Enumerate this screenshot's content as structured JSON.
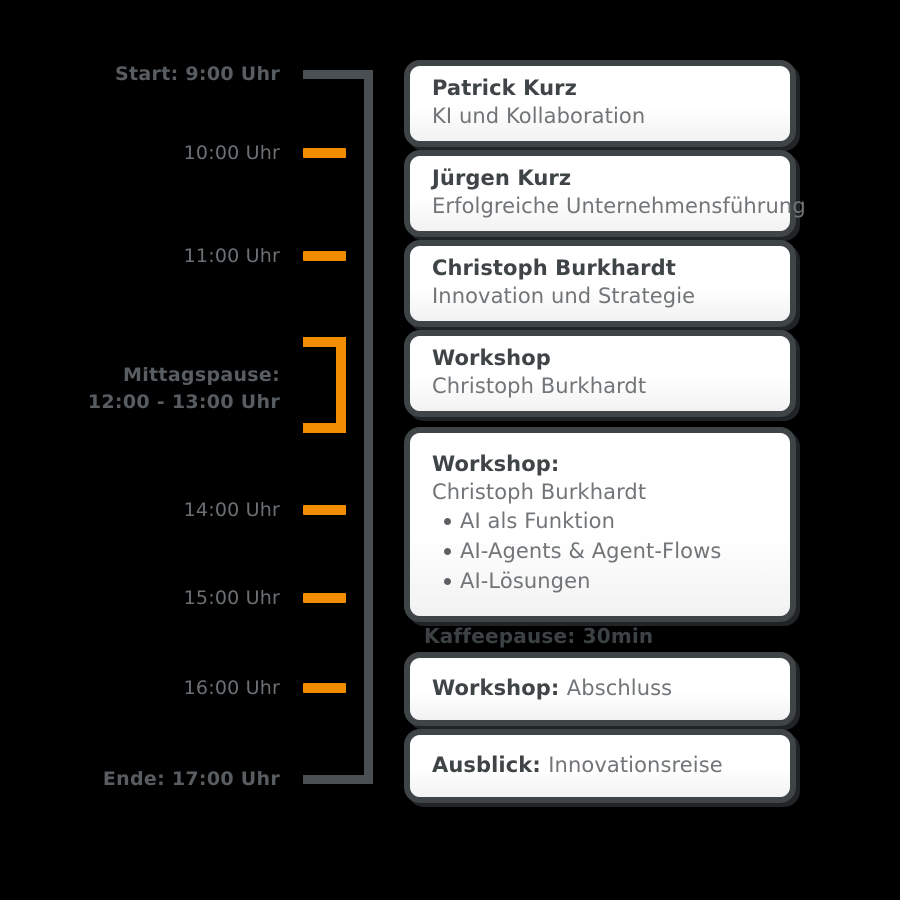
{
  "meta": {
    "title": "Tagesagenda Zeitstrahl",
    "accent_color": "#F28C00",
    "frame_color": "#3f4447",
    "label_color": "#6b7074",
    "background": "#000000"
  },
  "timeline": {
    "start": {
      "label": "Start: 9:00 Uhr",
      "bold": true
    },
    "end": {
      "label": "Ende: 17:00 Uhr",
      "bold": true
    },
    "lunch": {
      "line1": "Mittagspause:",
      "line2": "12:00 - 13:00 Uhr",
      "bold": true
    },
    "hours": [
      {
        "label": "10:00 Uhr"
      },
      {
        "label": "11:00 Uhr"
      },
      {
        "label": "14:00 Uhr"
      },
      {
        "label": "15:00 Uhr"
      },
      {
        "label": "16:00 Uhr"
      }
    ]
  },
  "groups": [
    {
      "name": "morning",
      "cards": [
        {
          "title": "Patrick Kurz",
          "subtitle": "KI und Kollaboration"
        },
        {
          "title": "Jürgen Kurz",
          "subtitle": "Erfolgreiche Unternehmensführung"
        },
        {
          "title": "Christoph Burkhardt",
          "subtitle": "Innovation und Strategie"
        },
        {
          "title": "Workshop",
          "subtitle": "Christoph Burkhardt"
        }
      ]
    },
    {
      "name": "afternoon-workshop",
      "cards": [
        {
          "title": "Workshop:",
          "subtitle": "Christoph Burkhardt",
          "inline": true,
          "bullets": [
            "AI als Funktion",
            "AI-Agents & Agent-Flows",
            "AI-Lösungen"
          ]
        }
      ]
    },
    {
      "name": "closing",
      "cards": [
        {
          "title": "Workshop:",
          "subtitle": "Abschluss",
          "inline": true
        },
        {
          "title": "Ausblick:",
          "subtitle": "Innovationsreise",
          "inline": true
        }
      ]
    }
  ],
  "break_label": "Kaffeepause: 30min"
}
